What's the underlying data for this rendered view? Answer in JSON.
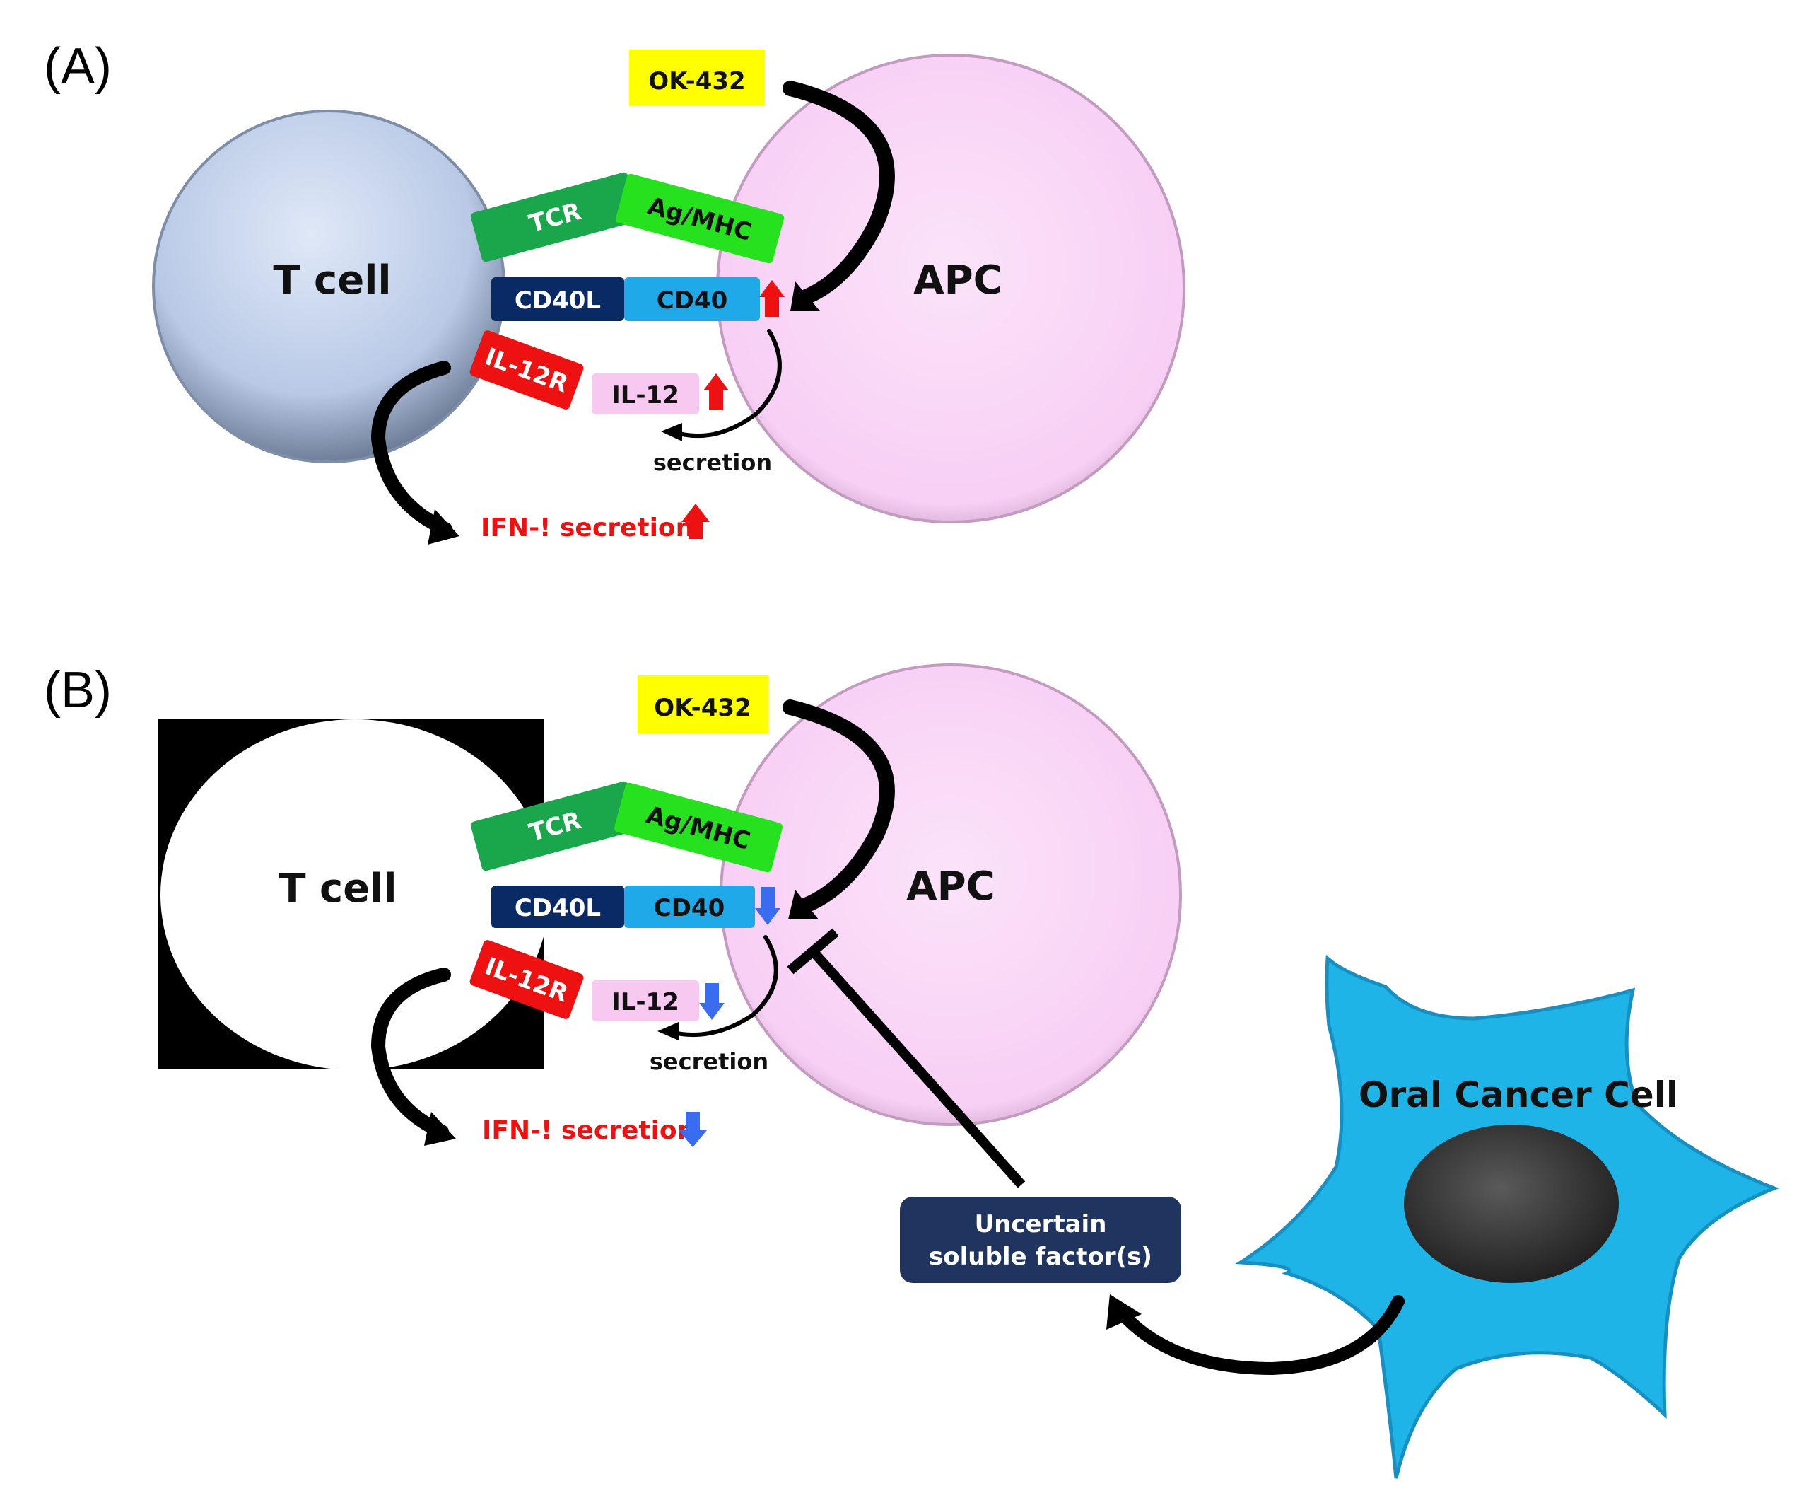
{
  "colors": {
    "tcell_a": "#b9c9e6",
    "apc": "#f8cff5",
    "ok432": "#ffff00",
    "tcr": "#1aa64b",
    "agmhc": "#26e11e",
    "cd40l": "#0a2a66",
    "cd40": "#1fa9e8",
    "il12r": "#ee1111",
    "il12": "#f8c9f0",
    "up": "#ee1111",
    "down": "#3a6cf0",
    "factor": "#1f3560",
    "cancer": "#1fb4e8",
    "nucleus": "#333333"
  },
  "panel_a": {
    "tag": "(A)",
    "ok432": "OK-432",
    "t_cell": "T cell",
    "apc": "APC",
    "tcr": "TCR",
    "ag_mhc": "Ag/MHC",
    "cd40l": "CD40L",
    "cd40": "CD40",
    "il12r": "IL-12R",
    "il12": "IL-12",
    "secretion": "secretion",
    "ifn": "IFN-!  secretion"
  },
  "panel_b": {
    "tag": "(B)",
    "ok432": "OK-432",
    "t_cell": "T cell",
    "apc": "APC",
    "tcr": "TCR",
    "ag_mhc": "Ag/MHC",
    "cd40l": "CD40L",
    "cd40": "CD40",
    "il12r": "IL-12R",
    "il12": "IL-12",
    "secretion": "secretion",
    "ifn": "IFN-!  secretion",
    "factor_line1": "Uncertain",
    "factor_line2": "soluble factor(s)",
    "oral_cancer": "Oral Cancer Cell"
  }
}
